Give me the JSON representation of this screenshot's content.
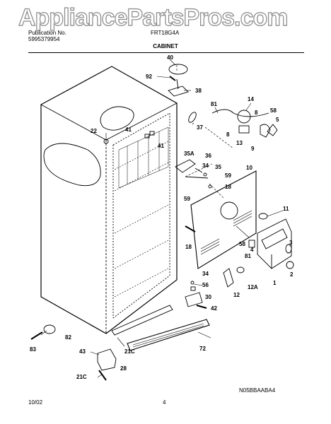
{
  "watermark": "AppliancePartsPros.com",
  "header": {
    "publication_label": "Publication No.",
    "publication_number": "5995379954",
    "model": "FRT18G4A"
  },
  "section_title": "CABINET",
  "footer": {
    "date": "10/02",
    "page": "4",
    "code": "N05BBAABA4"
  },
  "callouts": [
    "40",
    "92",
    "38",
    "81",
    "14",
    "58",
    "8",
    "5",
    "37",
    "22",
    "41",
    "41",
    "8",
    "13",
    "9",
    "35A",
    "36",
    "34",
    "35",
    "10",
    "59",
    "18",
    "59",
    "11",
    "18",
    "58",
    "3",
    "81",
    "4",
    "2",
    "1",
    "34",
    "56",
    "12A",
    "30",
    "12",
    "42",
    "82",
    "83",
    "21C",
    "72",
    "43",
    "28",
    "21C"
  ]
}
